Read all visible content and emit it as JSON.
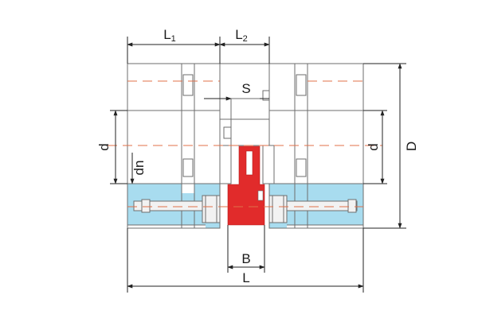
{
  "labels": {
    "L1": {
      "main": "L",
      "sub": "1"
    },
    "L2": {
      "main": "L",
      "sub": "2"
    },
    "S": "S",
    "d_left": "d",
    "d_right": "d",
    "dn": "dn",
    "D": "D",
    "B": "B",
    "L": "L"
  },
  "colors": {
    "outline": "#6e6e6e",
    "dimension": "#222222",
    "centerline": "#e0704a",
    "section_fill": "#a8dcef",
    "spider_fill": "#e12b2b",
    "bolt_fill": "#f2f2f2"
  }
}
